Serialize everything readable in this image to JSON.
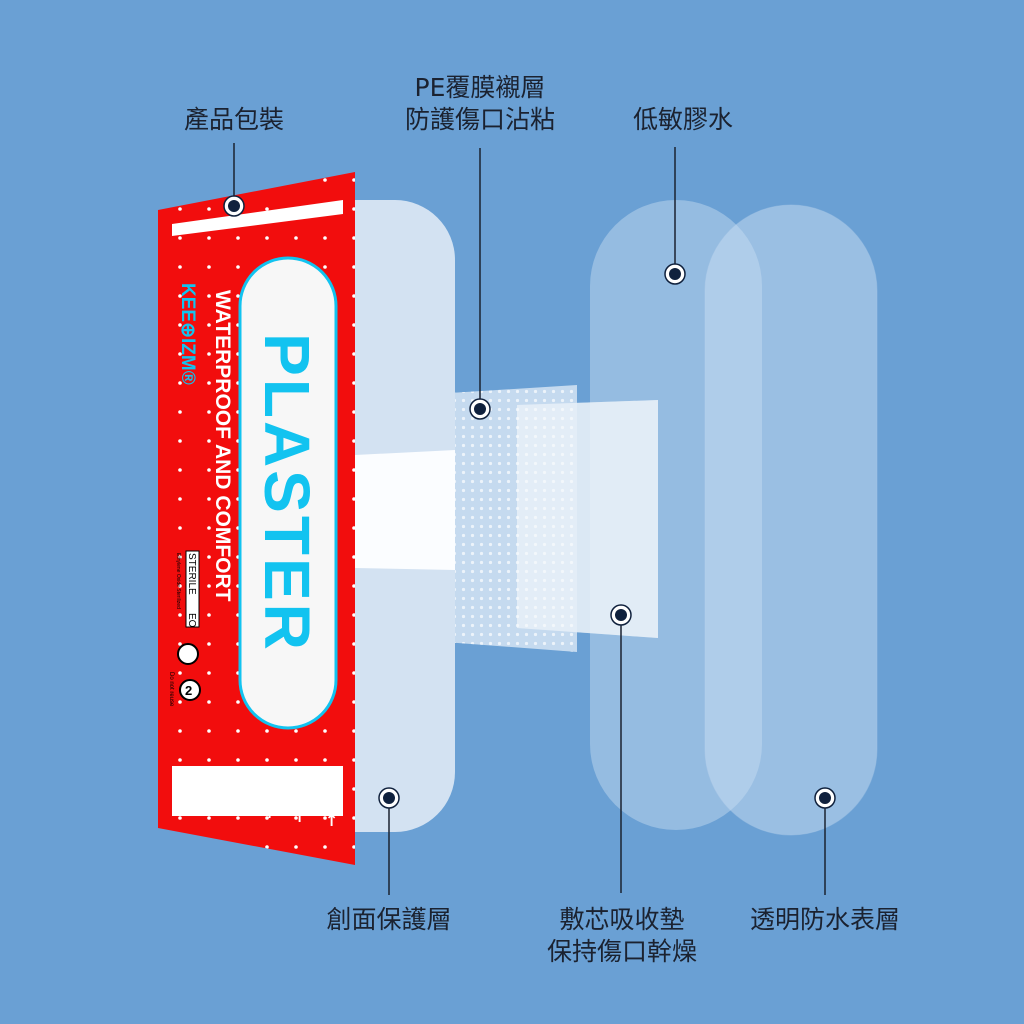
{
  "labels": {
    "packaging": "產品包裝",
    "pe_film_line1": "PE覆膜襯層",
    "pe_film_line2": "防護傷口沾粘",
    "adhesive": "低敏膠水",
    "wound_protection": "創面保護層",
    "absorbent_line1": "敷芯吸收墊",
    "absorbent_line2": "保持傷口幹燥",
    "waterproof_layer": "透明防水表層"
  },
  "package": {
    "brand": "KEE⊕IZM®",
    "product": "PLASTER",
    "tagline": "WATERPROOF AND COMFORT",
    "sterile": "STERILE",
    "sterile_method": "EO",
    "sterile_note": "Ethylene Oxide Sterilized",
    "reuse_note": "Do not reuse"
  },
  "colors": {
    "background": "#6aa0d4",
    "package_red": "#f20d0d",
    "accent_cyan": "#12c3f0",
    "marker": "#10213d"
  }
}
